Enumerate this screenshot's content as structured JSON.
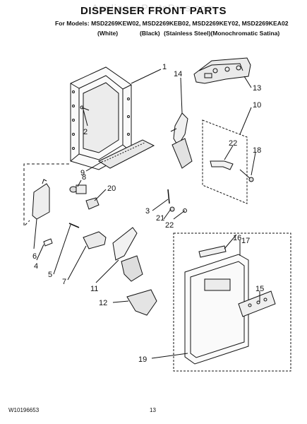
{
  "watermark": "AppliancePartsPros.com",
  "title": "DISPENSER FRONT PARTS",
  "models_line": "For Models: MSD2269KEW02, MSD2269KEB02, MSD2269KEY02, MSD2269KEA02",
  "colors": [
    "(White)",
    "(Black)",
    "(Stainless Steel)(Monochromatic Satina)"
  ],
  "callouts": [
    "1",
    "14",
    "13",
    "2",
    "10",
    "9",
    "22",
    "18",
    "8",
    "20",
    "3",
    "21",
    "22",
    "16",
    "17",
    "6",
    "15",
    "4",
    "5",
    "7",
    "11",
    "12",
    "19"
  ],
  "footer": {
    "doc_number": "W10196653",
    "page_number": "13"
  }
}
